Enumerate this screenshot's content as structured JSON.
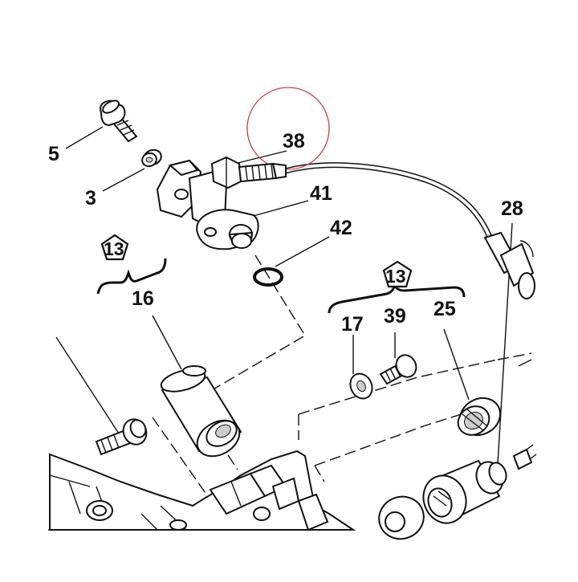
{
  "diagram": {
    "labels": {
      "part_5": "5",
      "part_3": "3",
      "part_38": "38",
      "part_41": "41",
      "part_42": "42",
      "part_13_left": "13",
      "part_16": "16",
      "part_13_right": "13",
      "part_17": "17",
      "part_39": "39",
      "part_25": "25",
      "part_28": "28"
    },
    "highlight_color": "#c2404f",
    "line_color": "#111111"
  }
}
